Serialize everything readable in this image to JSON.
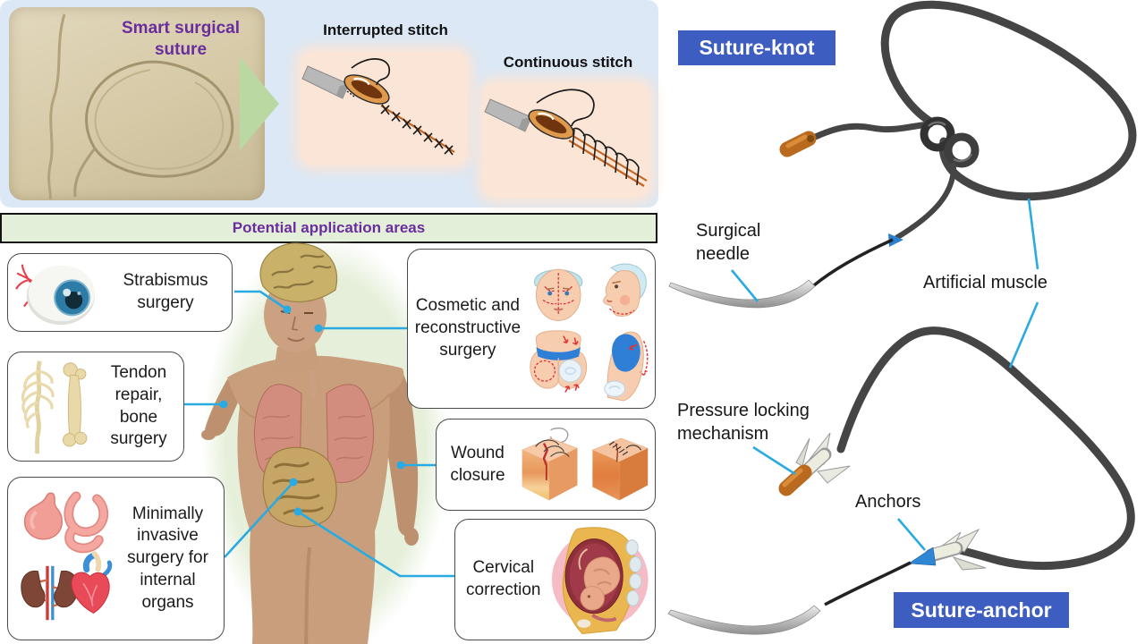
{
  "top": {
    "caption": "Smart surgical suture",
    "interrupted": "Interrupted stitch",
    "continuous": "Continuous stitch"
  },
  "apps": {
    "header": "Potential application areas",
    "items": [
      {
        "label": "Strabismus surgery",
        "icon": "eye-icon"
      },
      {
        "label": "Tendon repair, bone surgery",
        "icon": "bones-icon"
      },
      {
        "label": "Minimally invasive surgery for internal organs",
        "icon": "organs-icon"
      },
      {
        "label": "Cosmetic and reconstructive surgery",
        "icon": "cosmetic-icon"
      },
      {
        "label": "Wound closure",
        "icon": "skin-layers-icon"
      },
      {
        "label": "Cervical correction",
        "icon": "fetus-womb-icon"
      }
    ]
  },
  "right": {
    "knot_title": "Suture-knot",
    "anchor_title": "Suture-anchor",
    "surgical_needle": "Surgical needle",
    "artificial_muscle": "Artificial muscle",
    "pressure_locking": "Pressure locking mechanism",
    "anchors": "Anchors"
  },
  "colors": {
    "title_box_blue": "#3d5ec0",
    "leader_line_blue": "#29abe2",
    "purple_text": "#6a2d9e",
    "panel_blue": "#dce8f5",
    "panel_peach": "#fbe5d6",
    "header_green": "#e4efd9",
    "arrow_green": "#b9d8a2",
    "suture_rope_gray": "#454545",
    "capsule_orange": "#b96a1e"
  }
}
